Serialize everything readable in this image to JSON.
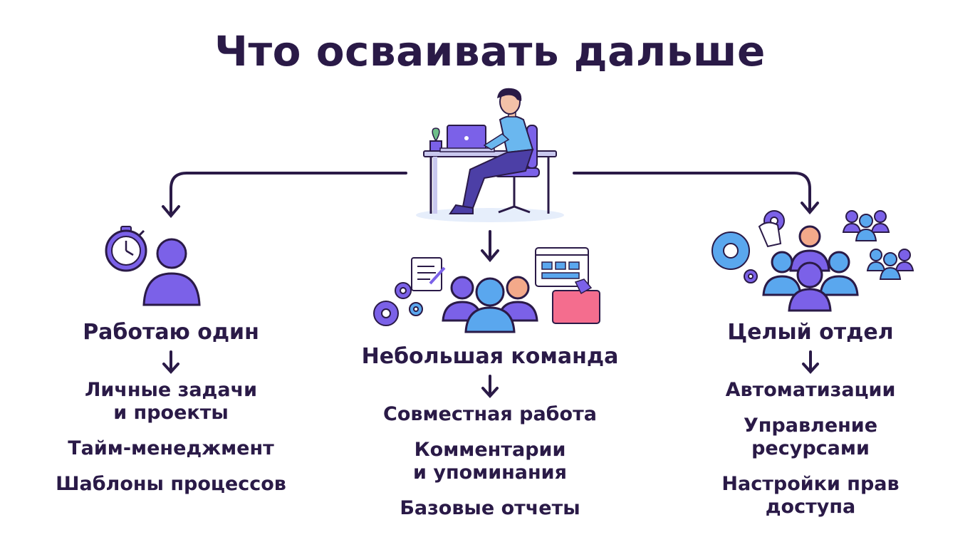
{
  "title": "Что осваивать дальше",
  "columns": [
    {
      "heading": "Работаю один",
      "items": [
        "Личные задачи\nи проекты",
        "Тайм-менеджмент",
        "Шаблоны процессов"
      ]
    },
    {
      "heading": "Небольшая команда",
      "items": [
        "Совместная работа",
        "Комментарии\nи упоминания",
        "Базовые отчеты"
      ]
    },
    {
      "heading": "Целый отдел",
      "items": [
        "Автоматизации",
        "Управление\nресурсами",
        "Настройки прав\nдоступа"
      ]
    }
  ],
  "colors": {
    "text": "#2a1a47",
    "purple": "#7b61e8",
    "blue": "#5aa7ee",
    "peach": "#f3a98a",
    "pink": "#f46d8e",
    "arrow": "#2a1a47"
  }
}
